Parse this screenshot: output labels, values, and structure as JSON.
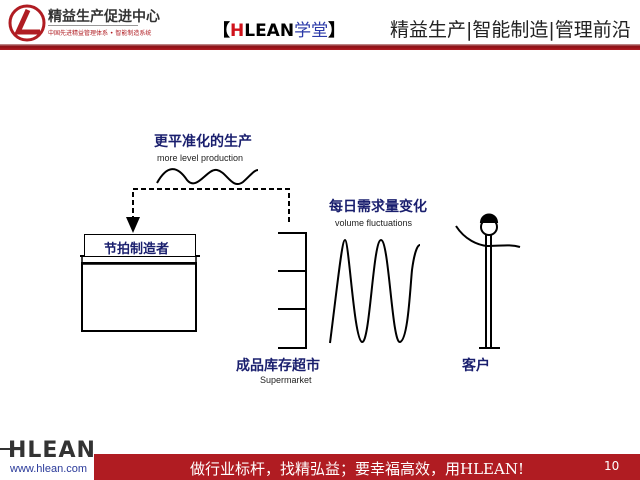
{
  "header": {
    "org_name": "精益生产促进中心",
    "org_subtitle": "中国先进精益管理体系 • 智能制造系统",
    "brand_open": "【",
    "brand_h": "H",
    "brand_lean": "LEAN",
    "brand_school": "学堂",
    "brand_close": "】",
    "tagline": "精益生产|智能制造|管理前沿"
  },
  "diagram": {
    "level_cn": "更平准化的生产",
    "level_en": "more level production",
    "pacemaker": "节拍制造者",
    "volume_cn": "每日需求量变化",
    "volume_en": "volume fluctuations",
    "supermarket_cn": "成品库存超市",
    "supermarket_en": "Supermarket",
    "customer": "客户"
  },
  "footer": {
    "logo": "HLEAN",
    "url": "www.hlean.com",
    "slogan": "做行业标杆，找精弘益；要幸福高效，用HLEAN!",
    "page": "10"
  },
  "colors": {
    "brand_red": "#b01c22",
    "brand_blue": "#1a1f6e"
  }
}
